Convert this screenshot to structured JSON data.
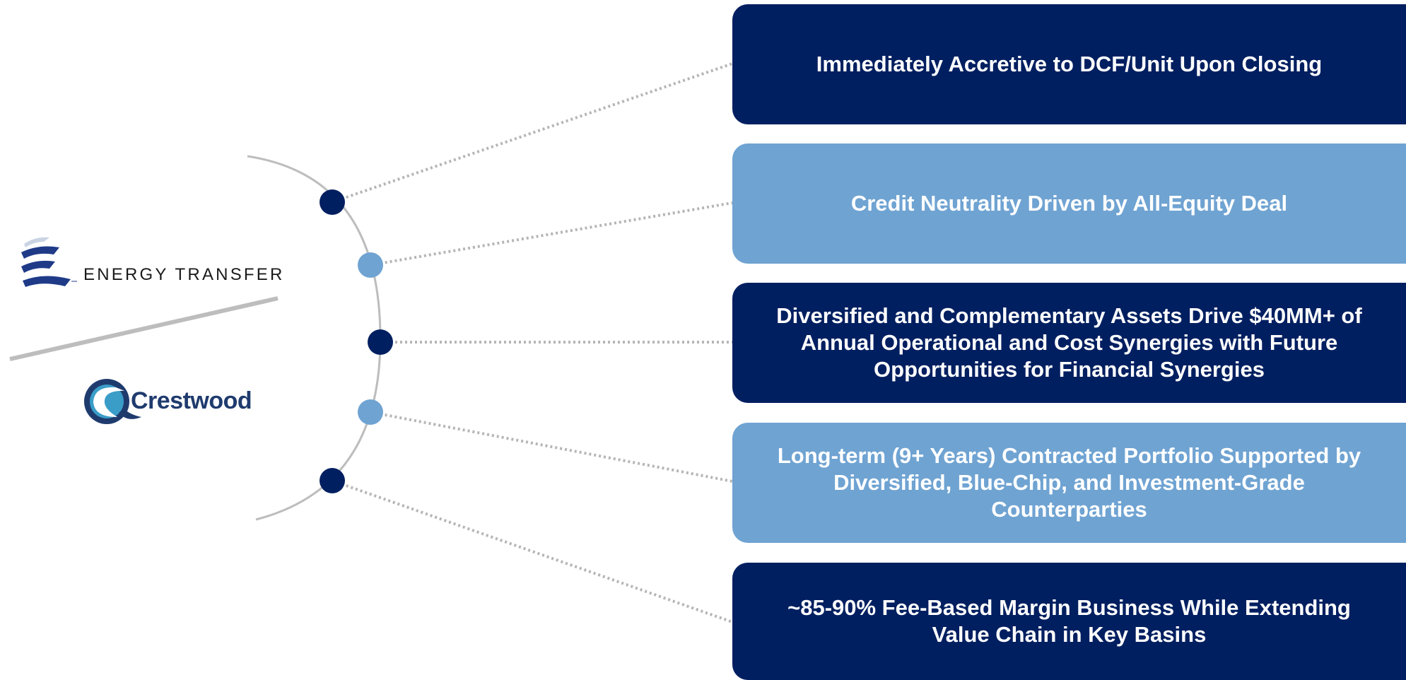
{
  "logos": {
    "energy_transfer": {
      "name": "ENERGY TRANSFER",
      "mark": "energy-transfer-logo-mark"
    },
    "crestwood": {
      "name": "Crestwood",
      "mark": "crestwood-logo-mark"
    }
  },
  "colors": {
    "dark_navy": "#001f60",
    "light_blue": "#6fa3d2",
    "arc_gray": "#bdbdbd",
    "connector_gray": "#b5b5b5"
  },
  "benefits": [
    {
      "text": "Immediately Accretive to DCF/Unit Upon Closing",
      "style": "dark"
    },
    {
      "text": "Credit Neutrality Driven by All-Equity Deal",
      "style": "light"
    },
    {
      "text": "Diversified and Complementary Assets Drive $40MM+ of Annual Operational and Cost Synergies with Future Opportunities for Financial Synergies",
      "style": "dark"
    },
    {
      "text": "Long-term (9+ Years) Contracted Portfolio Supported by Diversified, Blue-Chip, and Investment-Grade Counterparties",
      "style": "light"
    },
    {
      "text": "~85-90% Fee-Based Margin Business While Extending Value Chain in Key Basins",
      "style": "dark"
    }
  ]
}
